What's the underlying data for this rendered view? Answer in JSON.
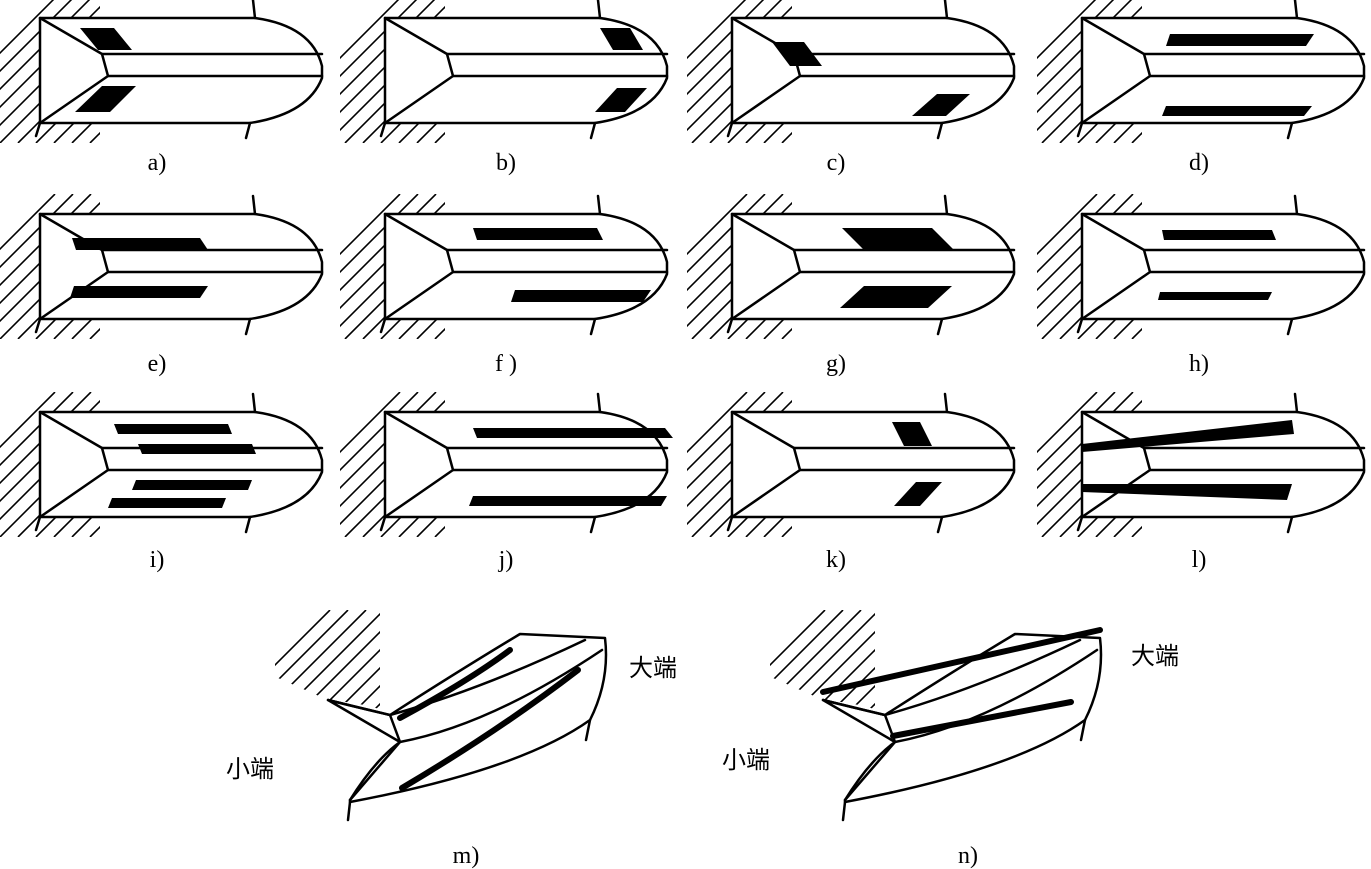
{
  "panels": [
    {
      "label": "a)"
    },
    {
      "label": "b)"
    },
    {
      "label": "c)"
    },
    {
      "label": "d)"
    },
    {
      "label": "e)"
    },
    {
      "label": "f )"
    },
    {
      "label": "g)"
    },
    {
      "label": "h)"
    },
    {
      "label": "i)"
    },
    {
      "label": "j)"
    },
    {
      "label": "k)"
    },
    {
      "label": "l)"
    }
  ],
  "bottom_panels": [
    {
      "label": "m)",
      "large_end": "大端",
      "small_end": "小端"
    },
    {
      "label": "n)",
      "large_end": "大端",
      "small_end": "小端"
    }
  ]
}
